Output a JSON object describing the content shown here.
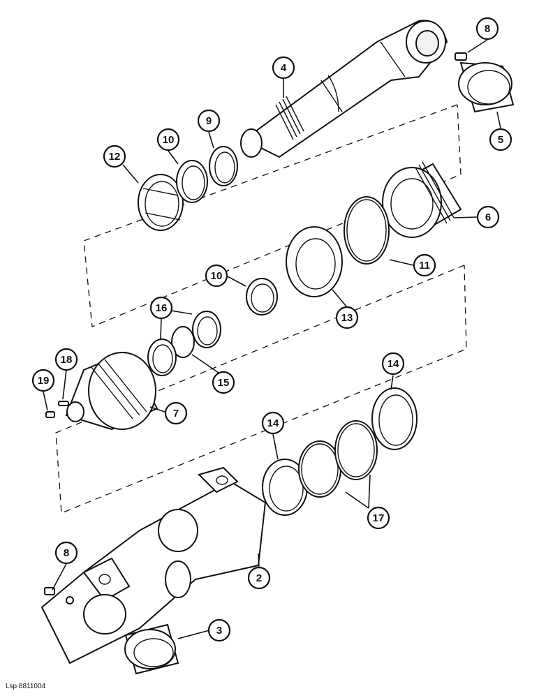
{
  "callouts": [
    {
      "id": "c2",
      "label": "2"
    },
    {
      "id": "c3",
      "label": "3"
    },
    {
      "id": "c4",
      "label": "4"
    },
    {
      "id": "c5",
      "label": "5"
    },
    {
      "id": "c6",
      "label": "6"
    },
    {
      "id": "c7",
      "label": "7"
    },
    {
      "id": "c8a",
      "label": "8"
    },
    {
      "id": "c8b",
      "label": "8"
    },
    {
      "id": "c9",
      "label": "9"
    },
    {
      "id": "c10a",
      "label": "10"
    },
    {
      "id": "c10b",
      "label": "10"
    },
    {
      "id": "c11",
      "label": "11"
    },
    {
      "id": "c12",
      "label": "12"
    },
    {
      "id": "c13",
      "label": "13"
    },
    {
      "id": "c14a",
      "label": "14"
    },
    {
      "id": "c14b",
      "label": "14"
    },
    {
      "id": "c15",
      "label": "15"
    },
    {
      "id": "c16",
      "label": "16"
    },
    {
      "id": "c17",
      "label": "17"
    },
    {
      "id": "c18",
      "label": "18"
    },
    {
      "id": "c19",
      "label": "19"
    }
  ],
  "reference_code": "Lsp 8811004"
}
